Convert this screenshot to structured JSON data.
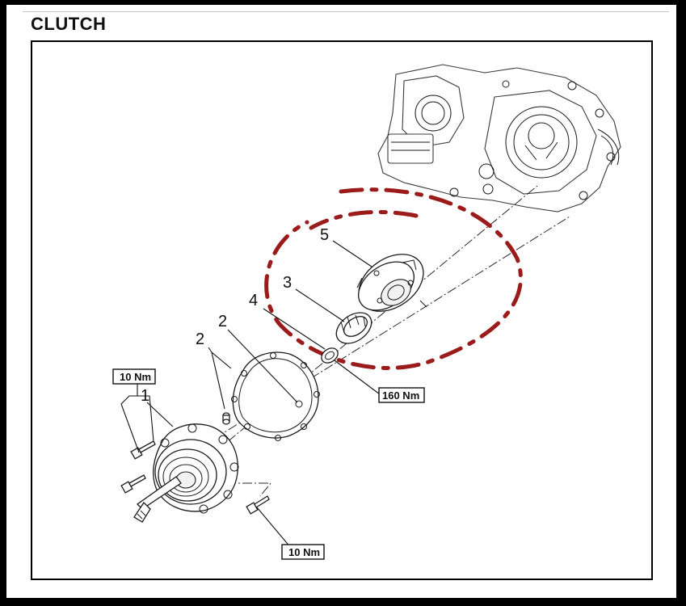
{
  "page": {
    "title": "CLUTCH"
  },
  "callouts": {
    "c1": "1",
    "c2a": "2",
    "c2b": "2",
    "c3": "3",
    "c4": "4",
    "c5": "5"
  },
  "torque": {
    "t1": "10 Nm",
    "t2": "160 Nm",
    "t3": "10 Nm"
  },
  "colors": {
    "highlight": "#9b1b1b",
    "frame": "#000000",
    "background": "#ffffff"
  }
}
